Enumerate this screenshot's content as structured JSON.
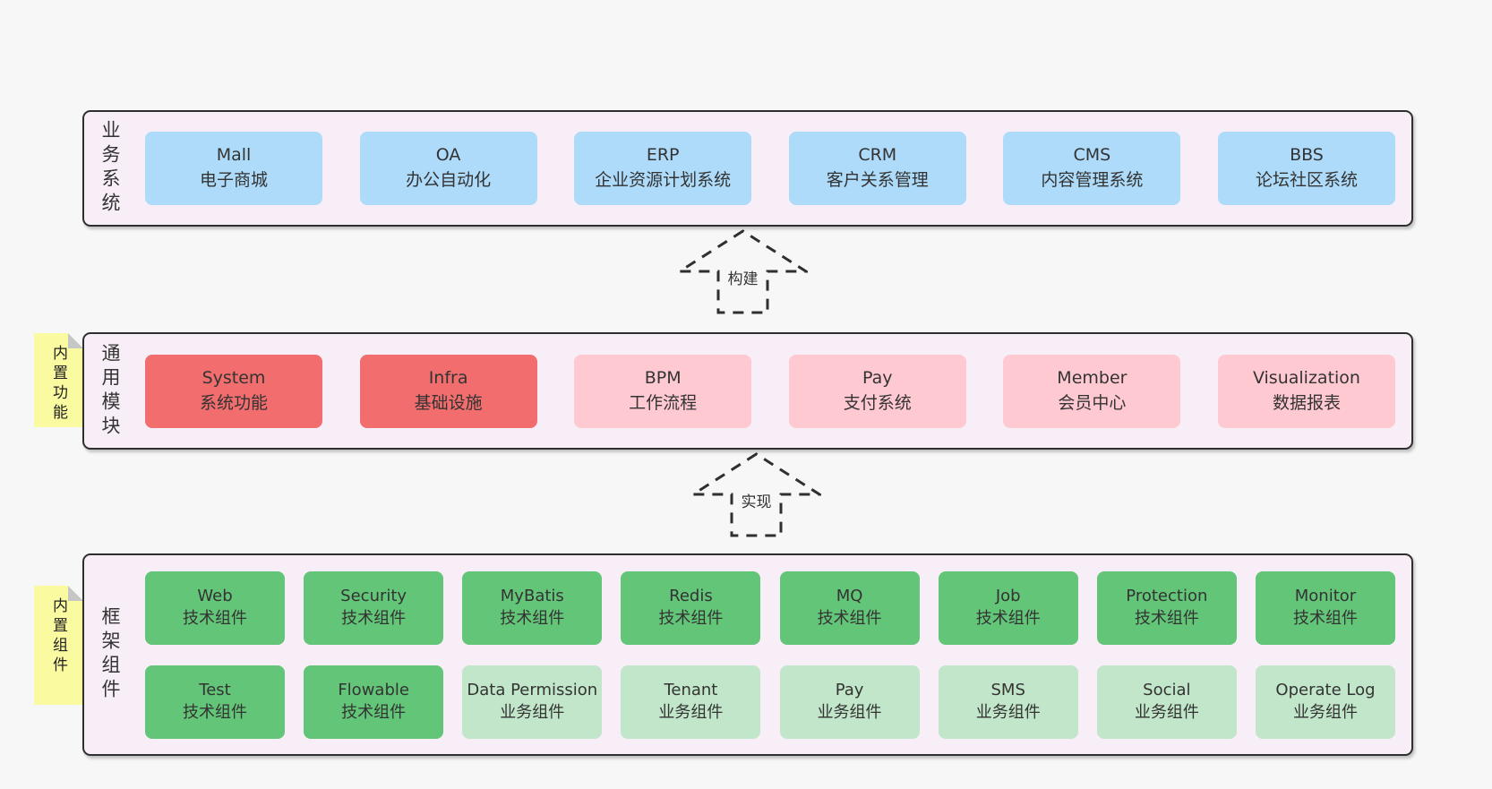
{
  "colors": {
    "page_bg": "#f7f7f7",
    "band_bg": "#f8eef7",
    "band_border": "#2f2f2f",
    "blue_box": "#aedbf9",
    "red_box": "#f26d6d",
    "pink_box": "#ffc9d1",
    "green_dark_box": "#63c578",
    "green_light_box": "#c1e6c9",
    "sticky_yellow": "#fafaa0",
    "sticky_fold": "#c6c6c6",
    "text": "#333333"
  },
  "arrows": [
    {
      "label": "构建"
    },
    {
      "label": "实现"
    }
  ],
  "bands": [
    {
      "label": "业务系统",
      "boxes": [
        {
          "name": "Mall",
          "desc": "电子商城"
        },
        {
          "name": "OA",
          "desc": "办公自动化"
        },
        {
          "name": "ERP",
          "desc": "企业资源计划系统"
        },
        {
          "name": "CRM",
          "desc": "客户关系管理"
        },
        {
          "name": "CMS",
          "desc": "内容管理系统"
        },
        {
          "name": "BBS",
          "desc": "论坛社区系统"
        }
      ]
    },
    {
      "label": "通用模块",
      "sticky": "内置功能",
      "boxes": [
        {
          "name": "System",
          "desc": "系统功能"
        },
        {
          "name": "Infra",
          "desc": "基础设施"
        },
        {
          "name": "BPM",
          "desc": "工作流程"
        },
        {
          "name": "Pay",
          "desc": "支付系统"
        },
        {
          "name": "Member",
          "desc": "会员中心"
        },
        {
          "name": "Visualization",
          "desc": "数据报表"
        }
      ]
    },
    {
      "label": "框架组件",
      "sticky": "内置组件",
      "rows": [
        [
          {
            "name": "Web",
            "desc": "技术组件"
          },
          {
            "name": "Security",
            "desc": "技术组件"
          },
          {
            "name": "MyBatis",
            "desc": "技术组件"
          },
          {
            "name": "Redis",
            "desc": "技术组件"
          },
          {
            "name": "MQ",
            "desc": "技术组件"
          },
          {
            "name": "Job",
            "desc": "技术组件"
          },
          {
            "name": "Protection",
            "desc": "技术组件"
          },
          {
            "name": "Monitor",
            "desc": "技术组件"
          }
        ],
        [
          {
            "name": "Test",
            "desc": "技术组件"
          },
          {
            "name": "Flowable",
            "desc": "技术组件"
          },
          {
            "name": "Data Permission",
            "desc": "业务组件"
          },
          {
            "name": "Tenant",
            "desc": "业务组件"
          },
          {
            "name": "Pay",
            "desc": "业务组件"
          },
          {
            "name": "SMS",
            "desc": "业务组件"
          },
          {
            "name": "Social",
            "desc": "业务组件"
          },
          {
            "name": "Operate Log",
            "desc": "业务组件"
          }
        ]
      ]
    }
  ]
}
